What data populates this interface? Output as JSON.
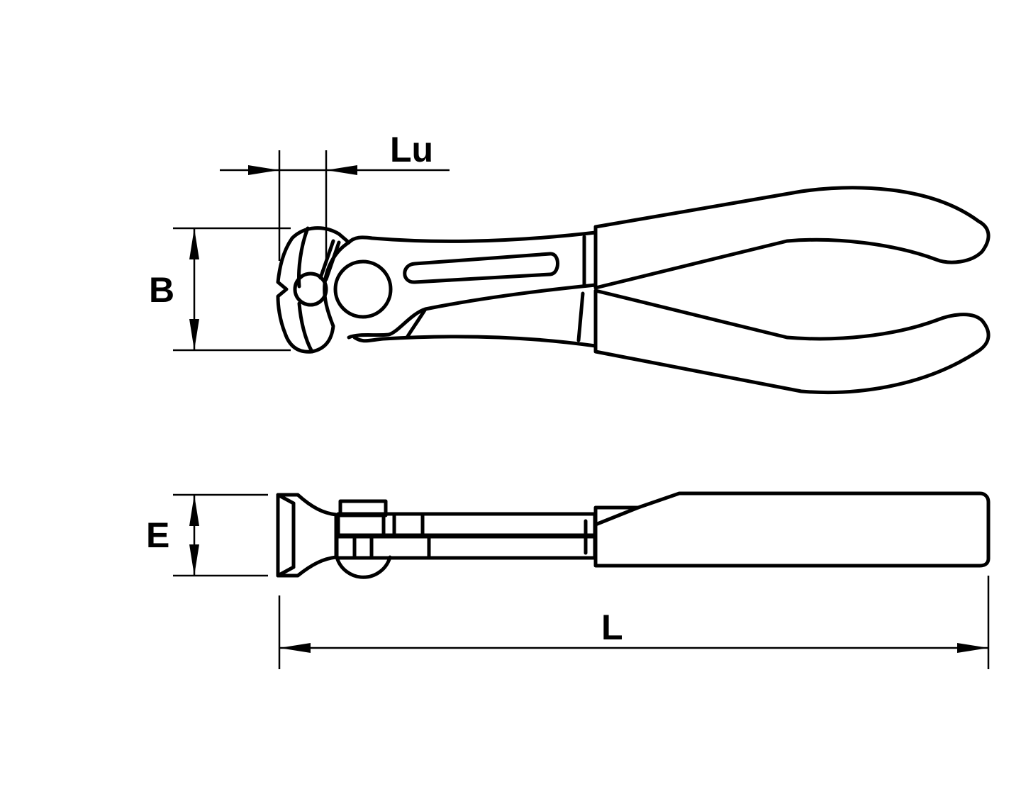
{
  "diagram": {
    "subject": "end cutting pliers technical drawing",
    "views": [
      "side view",
      "top view"
    ],
    "colors": {
      "line": "#000000",
      "background": "#ffffff"
    },
    "dimensions": {
      "lu": {
        "label": "Lu",
        "meaning": "jaw length"
      },
      "b": {
        "label": "B",
        "meaning": "head width"
      },
      "e": {
        "label": "E",
        "meaning": "head thickness"
      },
      "l": {
        "label": "L",
        "meaning": "overall length"
      }
    }
  }
}
